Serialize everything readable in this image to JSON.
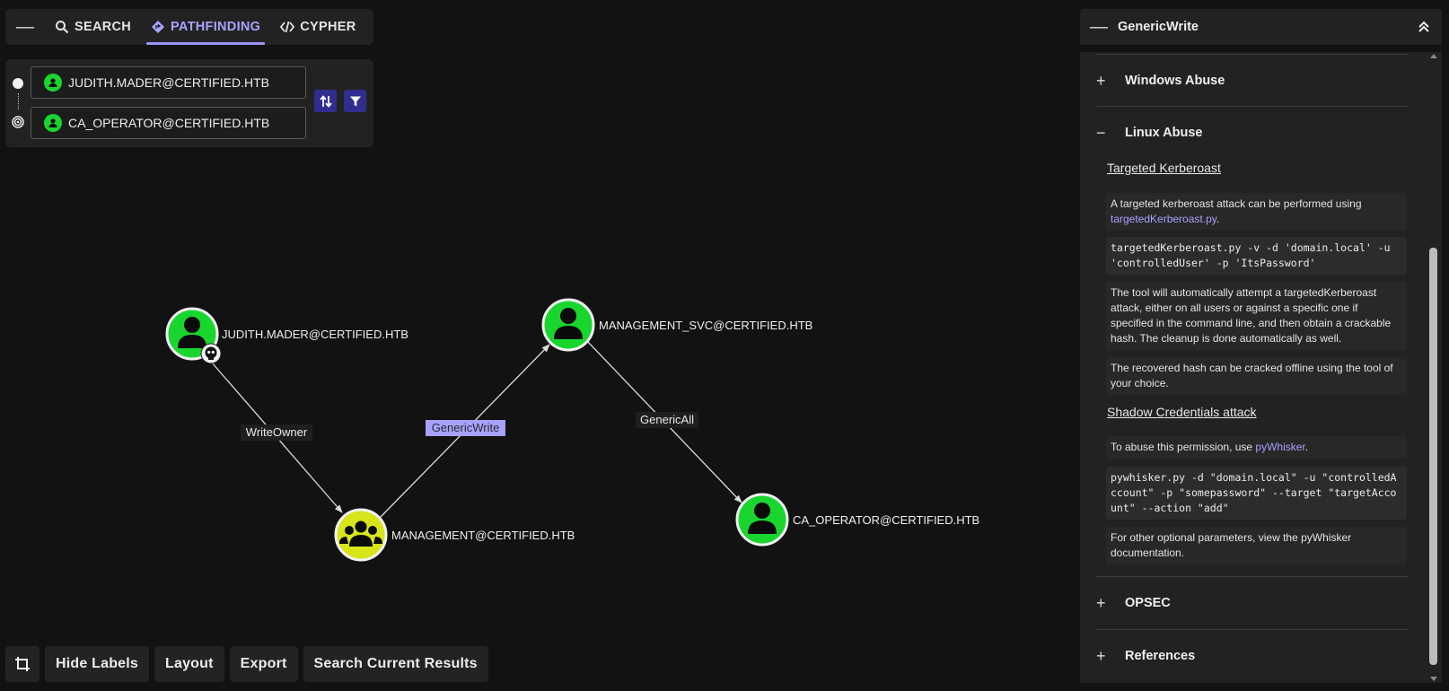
{
  "tabs": {
    "search": "SEARCH",
    "pathfinding": "PATHFINDING",
    "cypher": "CYPHER"
  },
  "pathfinding": {
    "source": "JUDITH.MADER@CERTIFIED.HTB",
    "destination": "CA_OPERATOR@CERTIFIED.HTB"
  },
  "graph": {
    "nodes": {
      "judith": "JUDITH.MADER@CERTIFIED.HTB",
      "management": "MANAGEMENT@CERTIFIED.HTB",
      "management_svc": "MANAGEMENT_SVC@CERTIFIED.HTB",
      "ca_operator": "CA_OPERATOR@CERTIFIED.HTB"
    },
    "edges": {
      "write_owner": "WriteOwner",
      "generic_write": "GenericWrite",
      "generic_all": "GenericAll"
    },
    "colors": {
      "user": "#19d62e",
      "group": "#d7e51b",
      "highlight_edge": "#a7a2ff"
    }
  },
  "toolbar": {
    "hide_labels": "Hide Labels",
    "layout": "Layout",
    "export": "Export",
    "search_current": "Search Current Results"
  },
  "panel": {
    "title": "GenericWrite",
    "sections": {
      "windows": "Windows Abuse",
      "linux": "Linux Abuse",
      "opsec": "OPSEC",
      "references": "References"
    },
    "kerberoast": {
      "heading": "Targeted Kerberoast",
      "intro": "A targeted kerberoast attack can be performed using ",
      "tool_link": "targetedKerberoast.py",
      "intro_end": ".",
      "command": "targetedKerberoast.py -v -d 'domain.local' -u 'controlledUser' -p 'ItsPassword'",
      "desc": "The tool will automatically attempt a targetedKerberoast attack, either on all users or against a specific one if specified in the command line, and then obtain a crackable hash. The cleanup is done automatically as well.",
      "crack": "The recovered hash can be cracked offline using the tool of your choice."
    },
    "shadow": {
      "heading": "Shadow Credentials attack",
      "intro": "To abuse this permission, use ",
      "tool_link": "pyWhisker",
      "intro_end": ".",
      "command": "pywhisker.py -d \"domain.local\" -u \"controlledAccount\" -p \"somepassword\" --target \"targetAccount\" --action \"add\"",
      "more": "For other optional parameters, view the pyWhisker documentation."
    }
  }
}
